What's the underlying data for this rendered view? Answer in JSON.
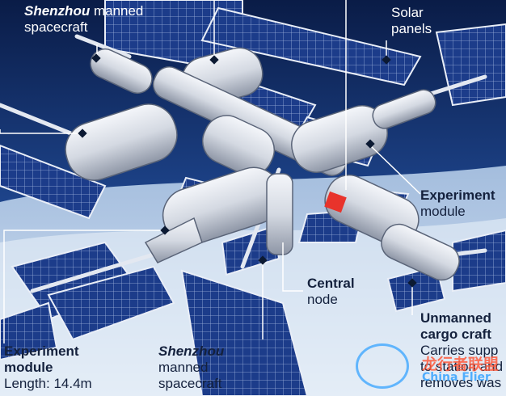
{
  "labels": {
    "shenzhou_top_1": "Shenzhou",
    "shenzhou_top_2": "manned",
    "shenzhou_top_3": "spacecraft",
    "solar_1": "Solar",
    "solar_2": "panels",
    "experiment_right_1": "Experiment",
    "experiment_right_2": "module",
    "central_1": "Central",
    "central_2": "node",
    "unmanned_1": "Unmanned",
    "unmanned_2": "cargo craft",
    "unmanned_3": "Carries supp",
    "unmanned_4": "to station and",
    "unmanned_5": "removes was",
    "experiment_left_1": "Experiment",
    "experiment_left_2": "module",
    "experiment_left_3": "Length: 14.4m",
    "shenzhou_bottom_1": "Shenzhou",
    "shenzhou_bottom_2": "manned",
    "shenzhou_bottom_3": "spacecraft"
  },
  "watermark": {
    "chinese": "龙行者联盟",
    "english": "China Flier"
  },
  "colors": {
    "space_top": "#0b1f4d",
    "space_mid": "#1d3f86",
    "earth": "#cfe1f2",
    "module": "#d9dde6",
    "panel": "#1e3f8c",
    "accent_red": "#e8332b"
  }
}
